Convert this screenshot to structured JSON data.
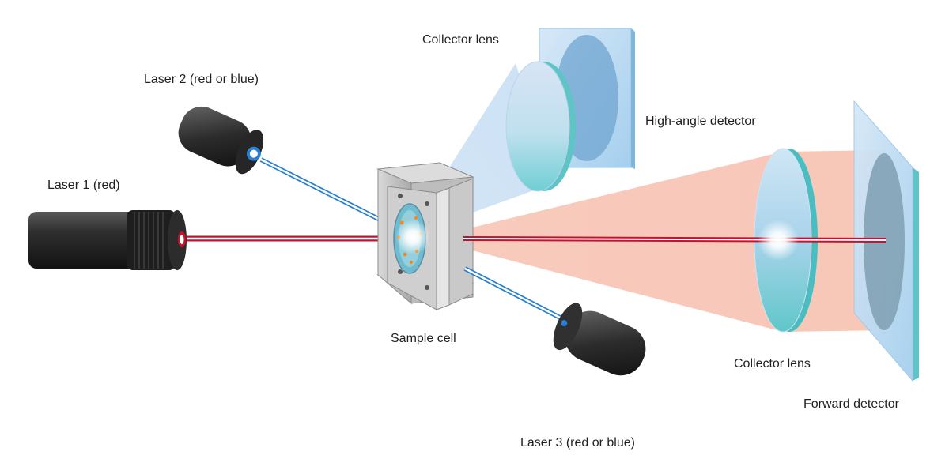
{
  "labels": {
    "laser1": "Laser 1 (red)",
    "laser2": "Laser 2 (red or blue)",
    "laser3": "Laser 3 (red or blue)",
    "sample_cell": "Sample cell",
    "collector_lens_top": "Collector lens",
    "collector_lens_right": "Collector lens",
    "high_angle_detector": "High-angle detector",
    "forward_detector": "Forward detector"
  },
  "colors": {
    "red_beam": "#c8102e",
    "blue_beam": "#2a7fd0",
    "scatter_cone": "#f4b8a4",
    "lens_cyan": "#7fd3dc",
    "detector_blue": "#a9d4ee",
    "laser_body": "#2b2b2b",
    "cell_grey": "#b9b9b9"
  }
}
